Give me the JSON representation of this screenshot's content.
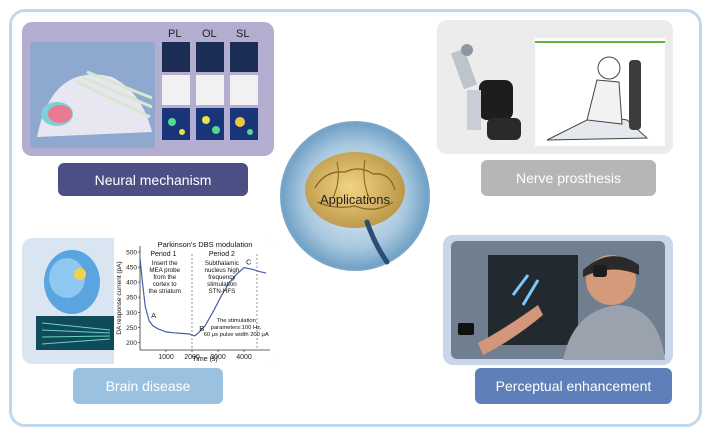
{
  "center": {
    "label": "Applications"
  },
  "neural": {
    "label": "Neural mechanism",
    "columns": [
      "PL",
      "OL",
      "SL"
    ],
    "colors": {
      "panel": "#b3aed0",
      "label": "#4c4f84"
    }
  },
  "prosthesis": {
    "label": "Nerve prosthesis",
    "colors": {
      "panel": "#ececec",
      "label": "#b6b6b6"
    }
  },
  "disease": {
    "label": "Brain disease",
    "colors": {
      "panel": "#d9e6f2",
      "label": "#9ac2e0"
    },
    "chart_data": {
      "type": "line",
      "title": "Parkinson's DBS modulation",
      "period1": "Period 1",
      "period2": "Period 2",
      "xlabel": "Time (s)",
      "ylabel": "DA response current (pA)",
      "x_ticks": [
        1000,
        2000,
        3000,
        4000
      ],
      "y_ticks": [
        200,
        250,
        300,
        350,
        400,
        450,
        500
      ],
      "xlim": [
        0,
        5000
      ],
      "ylim": [
        175,
        520
      ],
      "annotation1": [
        "Insert the",
        "MEA probe",
        "from the",
        "cortex to",
        "the striatum"
      ],
      "annotation2": [
        "Subthalamic",
        "nucleus high",
        "frequency",
        "stimulation",
        "STN-HFS"
      ],
      "annotation3": [
        "The stimulation",
        "parameters:100 Hz,",
        "60 μs pulse width 200 μA"
      ],
      "points": [
        {
          "label": "A",
          "x": 350,
          "y": 272
        },
        {
          "label": "B",
          "x": 2200,
          "y": 228
        },
        {
          "label": "C",
          "x": 4000,
          "y": 448
        }
      ],
      "series": [
        {
          "x": [
            0,
            100,
            200,
            350,
            500,
            700,
            1000,
            1300,
            1600,
            1900,
            2000,
            2100,
            2200,
            2500,
            2800,
            3100,
            3400,
            3700,
            4000,
            4300,
            4600,
            4850
          ],
          "y": [
            480,
            395,
            320,
            272,
            255,
            245,
            235,
            232,
            230,
            228,
            224,
            222,
            228,
            255,
            300,
            350,
            395,
            425,
            448,
            443,
            435,
            430
          ]
        }
      ],
      "dividers": [
        2000,
        4500
      ]
    }
  },
  "perceptual": {
    "label": "Perceptual enhancement",
    "colors": {
      "panel": "#c9d5e8",
      "label": "#5e7fb7"
    }
  }
}
